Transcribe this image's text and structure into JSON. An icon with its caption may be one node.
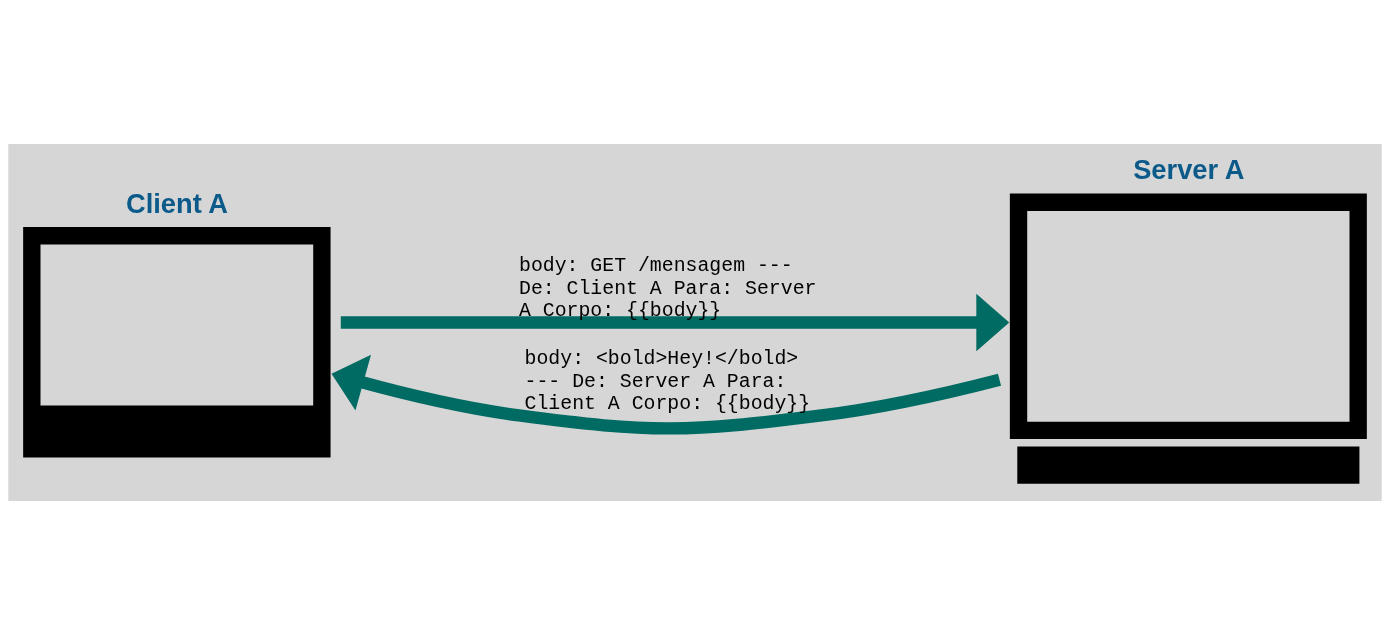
{
  "diagram": {
    "nodes": [
      {
        "text": [
          "Client A"
        ]
      },
      {
        "text": [
          "Server A"
        ]
      }
    ],
    "edges": [
      {
        "from": 0,
        "to": 1,
        "arrow": "to",
        "label": "body: GET /mensagem --- De: Client A Para: Server A Corpo: {{body}}"
      },
      {
        "from": 1,
        "to": 0,
        "arrow": "to",
        "label": "body: <bold>Hey!</bold> --- De: Server A Para: Client A Corpo: {{body}}"
      }
    ]
  }
}
